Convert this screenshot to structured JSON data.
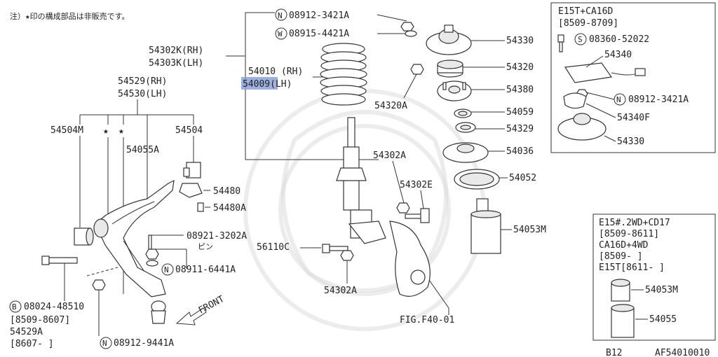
{
  "note": "注）★印の構成部品は非販売です。",
  "highlight_part": "54009",
  "labels": {
    "n08912_3421a_top": "08912-3421A",
    "w08915_4421a": "08915-4421A",
    "p54302k": "54302K(RH)",
    "p54303k": "54303K(LH)",
    "p54010": "54010 (RH)",
    "p54009": "54009(LH)",
    "p54330_main": "54330",
    "p54320": "54320",
    "p54380": "54380",
    "p54320a": "54320A",
    "p54059": "54059",
    "p54329": "54329",
    "p54036": "54036",
    "p54052": "54052",
    "p54053m_main": "54053M",
    "p54302a_upper": "54302A",
    "p54302e": "54302E",
    "p56110c": "56110C",
    "p54302a_lower": "54302A",
    "fig": "FIG.F40-01",
    "p54529": "54529(RH)",
    "p54530": "54530(LH)",
    "p54504m": "54504M",
    "p54504": "54504",
    "p54055a": "54055A",
    "p54480": "54480",
    "p54480a": "54480A",
    "p08921": "08921-3202A",
    "pin": "ピン",
    "n08911": "08911-6441A",
    "b08024": "08024-48510",
    "b08024_range": "[8509-8607]",
    "p54529a": "54529A",
    "p54529a_range": "[8607-      ]",
    "n08912_9441a": "08912-9441A",
    "front": "FRONT",
    "inset1": {
      "title": "E15T+CA16D",
      "range": "[8509-8709]",
      "s08360": "08360-52022",
      "p54340": "54340",
      "n08912": "08912-3421A",
      "p54340f": "54340F",
      "p54330": "54330"
    },
    "inset2": {
      "line1": "E15#.2WD+CD17",
      "line2": "[8509-8611]",
      "line3": "CA16D+4WD",
      "line4": "[8509-      ]",
      "line5": "E15T[8611-      ]",
      "p54053m": "54053M",
      "p54055": "54055"
    },
    "code_b12": "B12",
    "code_af": "AF54010010"
  },
  "markers": {
    "N": "N",
    "W": "W",
    "S": "S",
    "B": "B",
    "star": "★"
  }
}
